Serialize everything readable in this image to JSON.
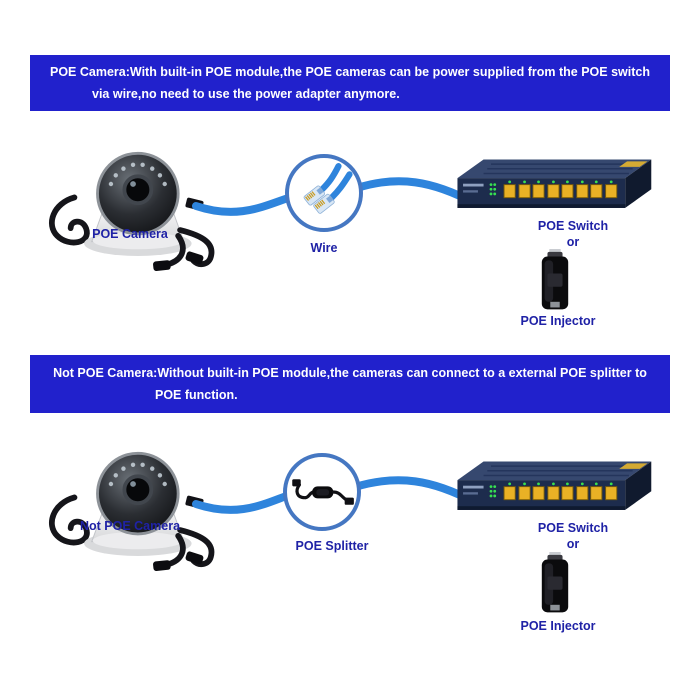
{
  "colors": {
    "banner_bg": "#2121cc",
    "banner_text": "#ffffff",
    "label_text": "#1f22a6",
    "cable_blue": "#2e84dc",
    "circle_stroke": "#4577c2",
    "switch_port_yellow": "#e9b125"
  },
  "sections": [
    {
      "banner_line1": "POE Camera:With built-in POE module,the POE cameras can be power supplied from the POE switch",
      "banner_line2": "via wire,no need to use the power adapter anymore.",
      "camera_label": "POE Camera",
      "connector_label": "Wire",
      "switch_label": "POE Switch",
      "or_label": "or",
      "injector_label": "POE Injector"
    },
    {
      "banner_line1": "Not POE Camera:Without built-in POE module,the cameras can connect to a external POE splitter to",
      "banner_line2": "POE function.",
      "camera_label": "Not POE Camera",
      "connector_label": "POE Splitter",
      "switch_label": "POE Switch",
      "or_label": "or",
      "injector_label": "POE Injector"
    }
  ]
}
